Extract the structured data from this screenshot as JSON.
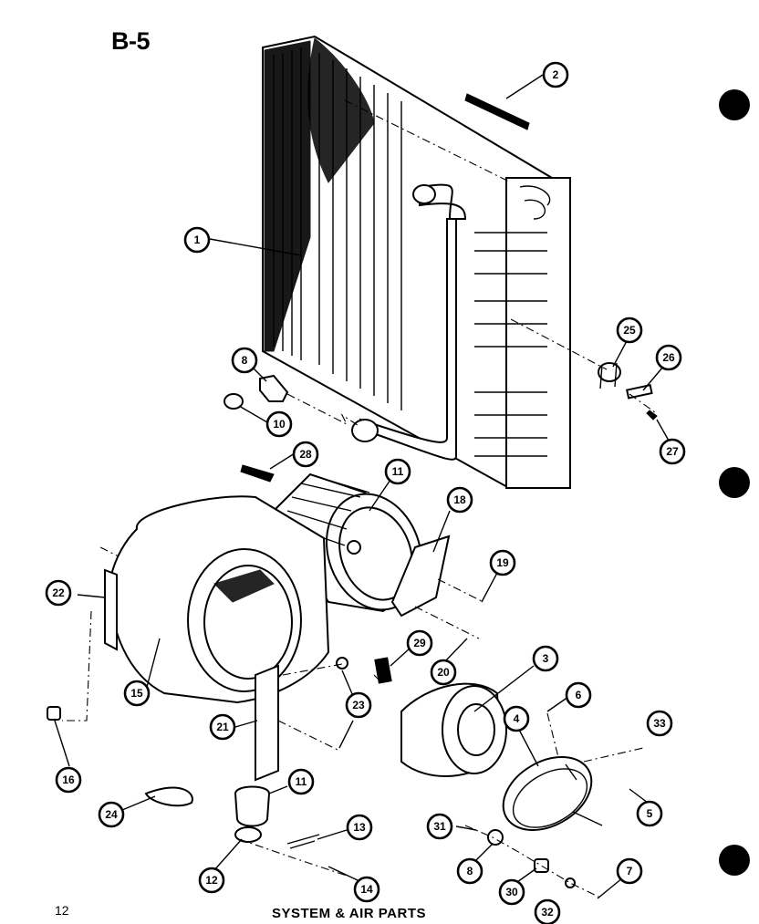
{
  "sheet_label": "B-5",
  "page_number": "12",
  "page_caption": "SYSTEM & AIR PARTS",
  "callouts": [
    {
      "id": "c1",
      "label": "1"
    },
    {
      "id": "c2",
      "label": "2"
    },
    {
      "id": "c3",
      "label": "3"
    },
    {
      "id": "c4",
      "label": "4"
    },
    {
      "id": "c5",
      "label": "5"
    },
    {
      "id": "c6",
      "label": "6"
    },
    {
      "id": "c7",
      "label": "7"
    },
    {
      "id": "c8a",
      "label": "8"
    },
    {
      "id": "c8b",
      "label": "8"
    },
    {
      "id": "c10",
      "label": "10"
    },
    {
      "id": "c11a",
      "label": "11"
    },
    {
      "id": "c11b",
      "label": "11"
    },
    {
      "id": "c12",
      "label": "12"
    },
    {
      "id": "c13",
      "label": "13"
    },
    {
      "id": "c14",
      "label": "14"
    },
    {
      "id": "c15",
      "label": "15"
    },
    {
      "id": "c16",
      "label": "16"
    },
    {
      "id": "c18",
      "label": "18"
    },
    {
      "id": "c19",
      "label": "19"
    },
    {
      "id": "c20",
      "label": "20"
    },
    {
      "id": "c21",
      "label": "21"
    },
    {
      "id": "c22",
      "label": "22"
    },
    {
      "id": "c23",
      "label": "23"
    },
    {
      "id": "c24",
      "label": "24"
    },
    {
      "id": "c25",
      "label": "25"
    },
    {
      "id": "c26",
      "label": "26"
    },
    {
      "id": "c27",
      "label": "27"
    },
    {
      "id": "c28",
      "label": "28"
    },
    {
      "id": "c29",
      "label": "29"
    },
    {
      "id": "c30",
      "label": "30"
    },
    {
      "id": "c31",
      "label": "31"
    },
    {
      "id": "c32",
      "label": "32"
    },
    {
      "id": "c33",
      "label": "33"
    }
  ]
}
